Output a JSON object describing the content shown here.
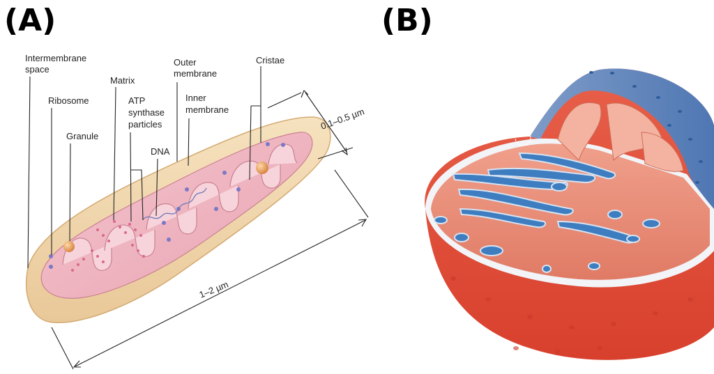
{
  "panels": {
    "a": {
      "letter": "(A)"
    },
    "b": {
      "letter": "(B)"
    }
  },
  "labels": {
    "intermembrane_line1": "Intermembrane",
    "intermembrane_line2": "space",
    "ribosome": "Ribosome",
    "granule": "Granule",
    "matrix": "Matrix",
    "atp_line1": "ATP",
    "atp_line2": "synthase",
    "atp_line3": "particles",
    "dna": "DNA",
    "outer_line1": "Outer",
    "outer_line2": "membrane",
    "inner_line1": "Inner",
    "inner_line2": "membrane",
    "cristae": "Cristae"
  },
  "dimensions": {
    "width": "0.1–0.5 µm",
    "length": "1–2 µm"
  }
}
